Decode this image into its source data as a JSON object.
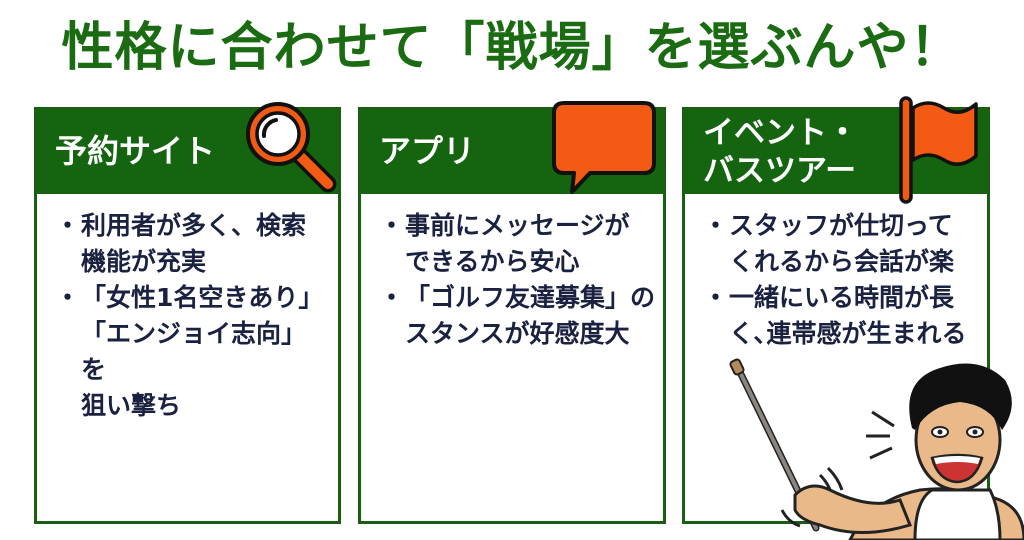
{
  "title": "性格に合わせて「戦場」を選ぶんや！",
  "colors": {
    "title_green": "#1a6b12",
    "header_green": "#146410",
    "border_green": "#1a5e12",
    "accent_orange": "#f35b14",
    "body_text": "#1b2140"
  },
  "panels": [
    {
      "label": "予約サイト",
      "icon": "magnifier-icon",
      "bullet": "・",
      "items": [
        "利用者が多く、検索\n機能が充実",
        "「女性1名空きあり」\n「エンジョイ志向」を\n狙い撃ち"
      ]
    },
    {
      "label": "アプリ",
      "icon": "speech-bubble-icon",
      "bullet": "・",
      "items": [
        "事前にメッセージが\nできるから安心",
        "「ゴルフ友達募集」の\nスタンスが好感度大"
      ]
    },
    {
      "label": "イベント・\nバスツアー",
      "icon": "flag-icon",
      "bullet": "・",
      "items": [
        "スタッフが仕切って\nくれるから会話が楽",
        "一緒にいる時間が長\nく､連帯感が生まれる"
      ]
    }
  ],
  "character": "pointing-man-illustration"
}
